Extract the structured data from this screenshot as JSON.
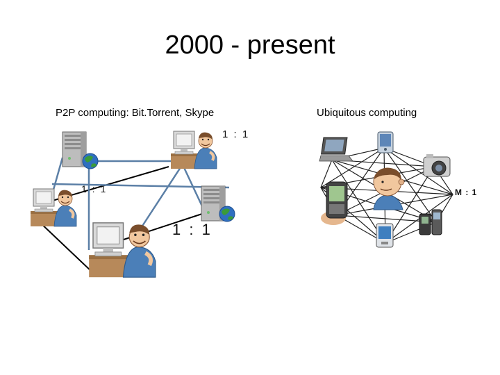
{
  "slide": {
    "title": "2000 - present"
  },
  "p2p": {
    "caption": "P2P computing: Bit.Torrent, Skype",
    "ratio_top": "1 : 1",
    "ratio_left": "1 : 1",
    "ratio_center": "1 : 1"
  },
  "ubiquitous": {
    "caption": "Ubiquitous computing",
    "ratio": "M : 1"
  },
  "colors": {
    "link_blue": "#5b7fa6",
    "link_black": "#000000",
    "mesh": "#222222",
    "shirt_blue": "#4b7fb8",
    "desk": "#b7895a",
    "monitor": "#d9d9d9",
    "globe_green": "#3a9b3a",
    "globe_blue": "#2f6fc0"
  },
  "icons": [
    "server-icon",
    "globe-icon",
    "person-at-computer-icon",
    "laptop-icon",
    "pda-icon",
    "camera-icon",
    "phone-icon",
    "person-head-icon"
  ]
}
